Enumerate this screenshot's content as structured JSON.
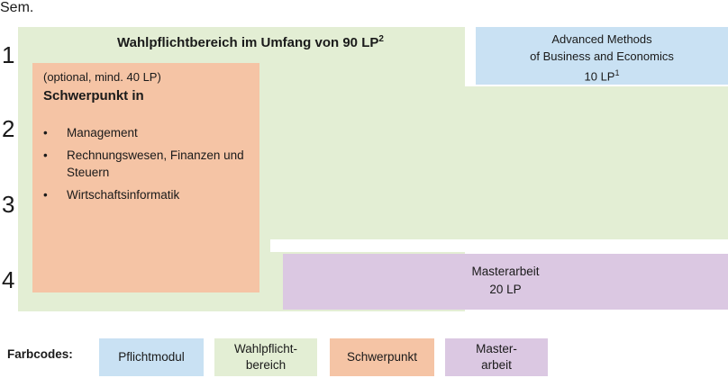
{
  "semester": {
    "label": "Sem.",
    "numbers": [
      "1",
      "2",
      "3",
      "4"
    ]
  },
  "wahlpflicht": {
    "title": "Wahlpflichtbereich im Umfang von 90 LP",
    "title_sup": "2"
  },
  "advanced": {
    "line1": "Advanced Methods",
    "line2": "of Business and Economics",
    "line3": "10 LP",
    "line3_sup": "1"
  },
  "schwerpunkt": {
    "optional": "(optional, mind. 40 LP)",
    "title": "Schwerpunkt in",
    "bullet": "•",
    "items": [
      "Management",
      "Rechnungswesen, Finanzen und Steuern",
      "Wirtschaftsinformatik"
    ]
  },
  "masterarbeit": {
    "line1": "Masterarbeit",
    "line2": "20 LP"
  },
  "legend": {
    "label": "Farbcodes:",
    "items": [
      {
        "text": "Pflichtmodul",
        "color": "#c9e1f3"
      },
      {
        "text": "Wahlpflicht-\nbereich",
        "color": "#e3eed4"
      },
      {
        "text": "Schwerpunkt",
        "color": "#f5c4a5"
      },
      {
        "text": "Master-\narbeit",
        "color": "#dbc8e2"
      }
    ]
  },
  "colors": {
    "pflicht": "#c9e1f3",
    "wahlpflicht": "#e3eed4",
    "schwerpunkt": "#f5c4a5",
    "masterarbeit": "#dbc8e2"
  }
}
